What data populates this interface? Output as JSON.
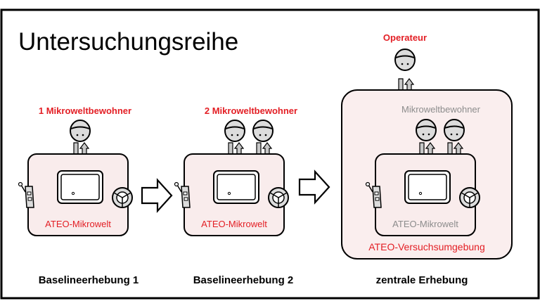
{
  "title": "Untersuchungsreihe",
  "stages": [
    {
      "top_label": "1 Mikroweltbewohner",
      "box_label": "ATEO-Mikrowelt",
      "caption": "Baselineerhebung 1"
    },
    {
      "top_label": "2 Mikroweltbewohner",
      "box_label": "ATEO-Mikrowelt",
      "caption": "Baselineerhebung 2"
    },
    {
      "operator_label": "Operateur",
      "inner_top_label": "Mikroweltbewohner",
      "box_label": "ATEO-Mikrowelt",
      "outer_label": "ATEO-Versuchsumgebung",
      "caption": "zentrale Erhebung"
    }
  ],
  "colors": {
    "accent_red": "#e31e24",
    "muted_gray": "#8c8c8c",
    "box_fill": "#f9ecec",
    "outer_fill": "#faeeee",
    "arrow_fill": "#c8c8c8"
  }
}
